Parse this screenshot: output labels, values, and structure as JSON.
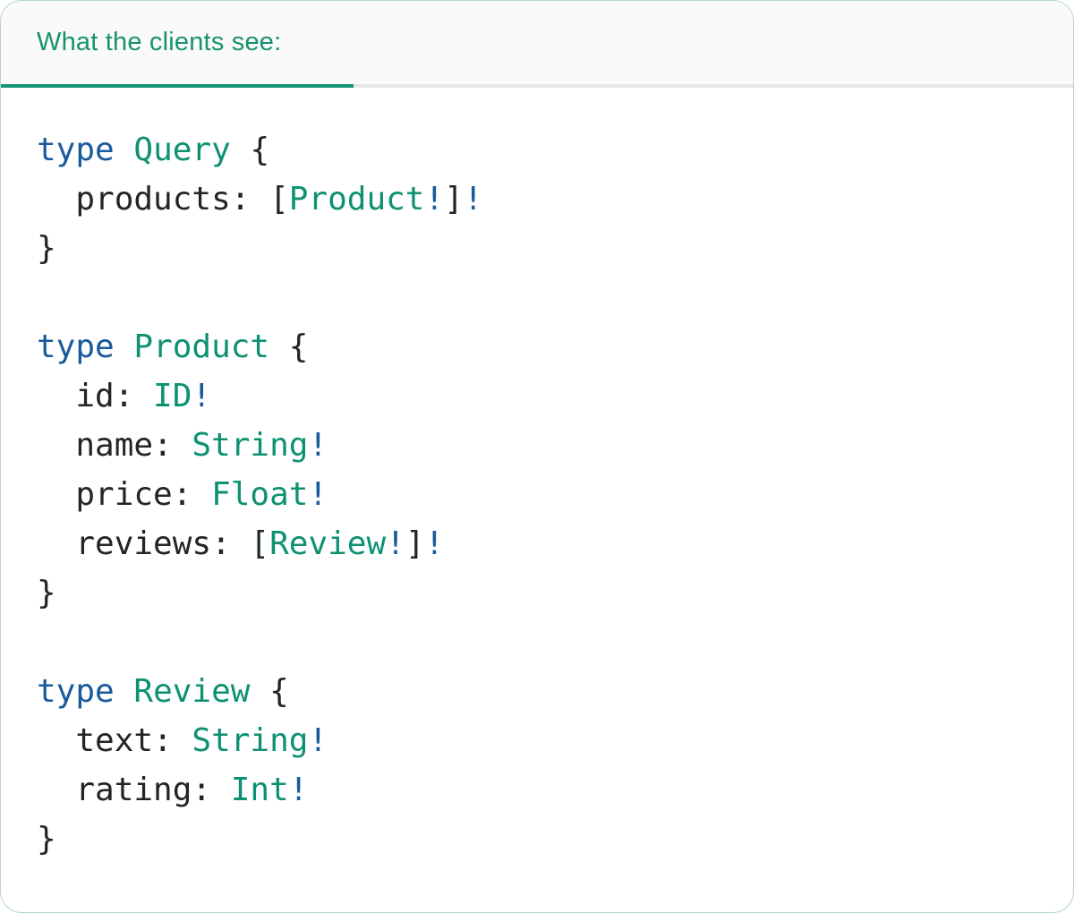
{
  "header": {
    "tab_label": "What the clients see:"
  },
  "colors": {
    "keyword_blue": "#185a9b",
    "type_green": "#0e9173",
    "bang_blue": "#185a9b",
    "code_text": "#222428",
    "header_text": "#17926f",
    "tab_underline": "#149478",
    "header_bg": "#fafafa",
    "header_rule": "#e6e6e6",
    "card_border": "#b5d6c3",
    "card_bg": "#ffffff"
  },
  "code": {
    "lines": [
      {
        "tokens": [
          {
            "style": "keyword",
            "text": "type"
          },
          {
            "style": "plain",
            "text": " "
          },
          {
            "style": "type",
            "text": "Query"
          },
          {
            "style": "plain",
            "text": " {"
          }
        ]
      },
      {
        "tokens": [
          {
            "style": "plain",
            "text": "  products: ["
          },
          {
            "style": "type",
            "text": "Product"
          },
          {
            "style": "bang",
            "text": "!"
          },
          {
            "style": "plain",
            "text": "]"
          },
          {
            "style": "bang",
            "text": "!"
          }
        ]
      },
      {
        "tokens": [
          {
            "style": "plain",
            "text": "}"
          }
        ]
      },
      {
        "tokens": []
      },
      {
        "tokens": [
          {
            "style": "keyword",
            "text": "type"
          },
          {
            "style": "plain",
            "text": " "
          },
          {
            "style": "type",
            "text": "Product"
          },
          {
            "style": "plain",
            "text": " {"
          }
        ]
      },
      {
        "tokens": [
          {
            "style": "plain",
            "text": "  id: "
          },
          {
            "style": "type",
            "text": "ID"
          },
          {
            "style": "bang",
            "text": "!"
          }
        ]
      },
      {
        "tokens": [
          {
            "style": "plain",
            "text": "  name: "
          },
          {
            "style": "type",
            "text": "String"
          },
          {
            "style": "bang",
            "text": "!"
          }
        ]
      },
      {
        "tokens": [
          {
            "style": "plain",
            "text": "  price: "
          },
          {
            "style": "type",
            "text": "Float"
          },
          {
            "style": "bang",
            "text": "!"
          }
        ]
      },
      {
        "tokens": [
          {
            "style": "plain",
            "text": "  reviews: ["
          },
          {
            "style": "type",
            "text": "Review"
          },
          {
            "style": "bang",
            "text": "!"
          },
          {
            "style": "plain",
            "text": "]"
          },
          {
            "style": "bang",
            "text": "!"
          }
        ]
      },
      {
        "tokens": [
          {
            "style": "plain",
            "text": "}"
          }
        ]
      },
      {
        "tokens": []
      },
      {
        "tokens": [
          {
            "style": "keyword",
            "text": "type"
          },
          {
            "style": "plain",
            "text": " "
          },
          {
            "style": "type",
            "text": "Review"
          },
          {
            "style": "plain",
            "text": " {"
          }
        ]
      },
      {
        "tokens": [
          {
            "style": "plain",
            "text": "  text: "
          },
          {
            "style": "type",
            "text": "String"
          },
          {
            "style": "bang",
            "text": "!"
          }
        ]
      },
      {
        "tokens": [
          {
            "style": "plain",
            "text": "  rating: "
          },
          {
            "style": "type",
            "text": "Int"
          },
          {
            "style": "bang",
            "text": "!"
          }
        ]
      },
      {
        "tokens": [
          {
            "style": "plain",
            "text": "}"
          }
        ]
      }
    ]
  }
}
